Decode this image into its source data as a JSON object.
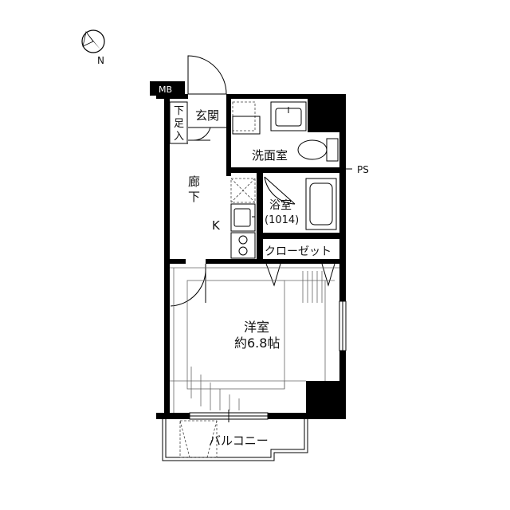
{
  "floorplan": {
    "compass": {
      "icon": "north-arrow-icon",
      "label": "N"
    },
    "labels": {
      "mb": "MB",
      "shoe_storage": [
        "下",
        "足",
        "入"
      ],
      "entrance": "玄関",
      "washroom": "洗面室",
      "ps": "PS",
      "hallway": [
        "廊",
        "下"
      ],
      "kitchen": "K",
      "bathroom": "浴室",
      "bath_size": "(1014)",
      "closet": "クローゼット",
      "western_room": "洋室",
      "western_room_size": "約6.8帖",
      "balcony": "バルコニー"
    }
  }
}
